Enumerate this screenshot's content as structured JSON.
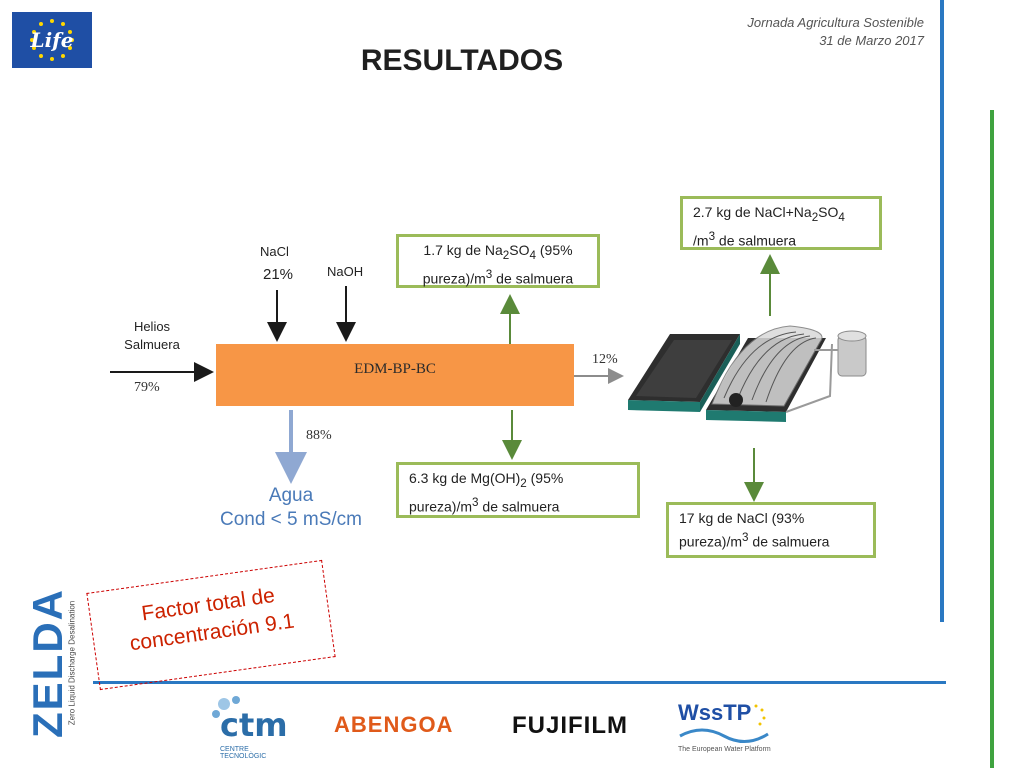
{
  "header": {
    "event": "Jornada Agricultura Sostenible",
    "date": "31 de Marzo 2017",
    "title": "RESULTADOS"
  },
  "logos": {
    "eu_life": "Life",
    "zelda": "ZELDA",
    "zelda_tagline": "Zero Liquid Discharge Desalination",
    "ctm": "ctm",
    "ctm_sub": "CENTRE TECNOLÒGIC",
    "abengoa": "ABENGOA",
    "fujifilm": "FUJIFILM",
    "wsstp": "WssTP",
    "wsstp_sub": "The European Water Platform"
  },
  "diagram": {
    "input_label_line1": "Helios",
    "input_label_line2": "Salmuera",
    "input_pct": "79%",
    "nacl_label": "NaCl",
    "nacl_pct": "21%",
    "naoh_label": "NaOH",
    "process_label": "EDM-BP-BC",
    "water_pct": "88%",
    "water_line1": "Agua",
    "water_line2": "Cond < 5 mS/cm",
    "to_evaporation_pct": "12%",
    "out_na2so4": {
      "pre": "1.7 kg de Na",
      "sub1": "2",
      "mid": "SO",
      "sub2": "4",
      "post": " (95%",
      "line2_pre": "pureza)/m",
      "sup": "3",
      "line2_post": " de salmuera"
    },
    "out_mgoh": {
      "pre": "6.3 kg de Mg(OH)",
      "sub1": "2",
      "post": " (95%",
      "line2_pre": "pureza)/m",
      "sup": "3",
      "line2_post": " de salmuera"
    },
    "out_mixed": {
      "pre": "2.7 kg de NaCl+Na",
      "sub1": "2",
      "mid": "SO",
      "sub2": "4",
      "line2_pre": "/m",
      "sup": "3",
      "line2_post": " de salmuera"
    },
    "out_nacl": {
      "line1": "17 kg de NaCl (93%",
      "line2_pre": "pureza)/m",
      "sup": "3",
      "line2_post": " de salmuera"
    },
    "factor_line1": "Factor total de",
    "factor_line2": "concentración 9.1"
  },
  "colors": {
    "accent_blue": "#2a78c2",
    "accent_green": "#3fa33f",
    "process_orange": "#f79646",
    "box_border_green": "#9bbb59",
    "arrow_green": "#5a8a3a",
    "water_blue": "#8fa8d2",
    "factor_red": "#cc2200"
  }
}
